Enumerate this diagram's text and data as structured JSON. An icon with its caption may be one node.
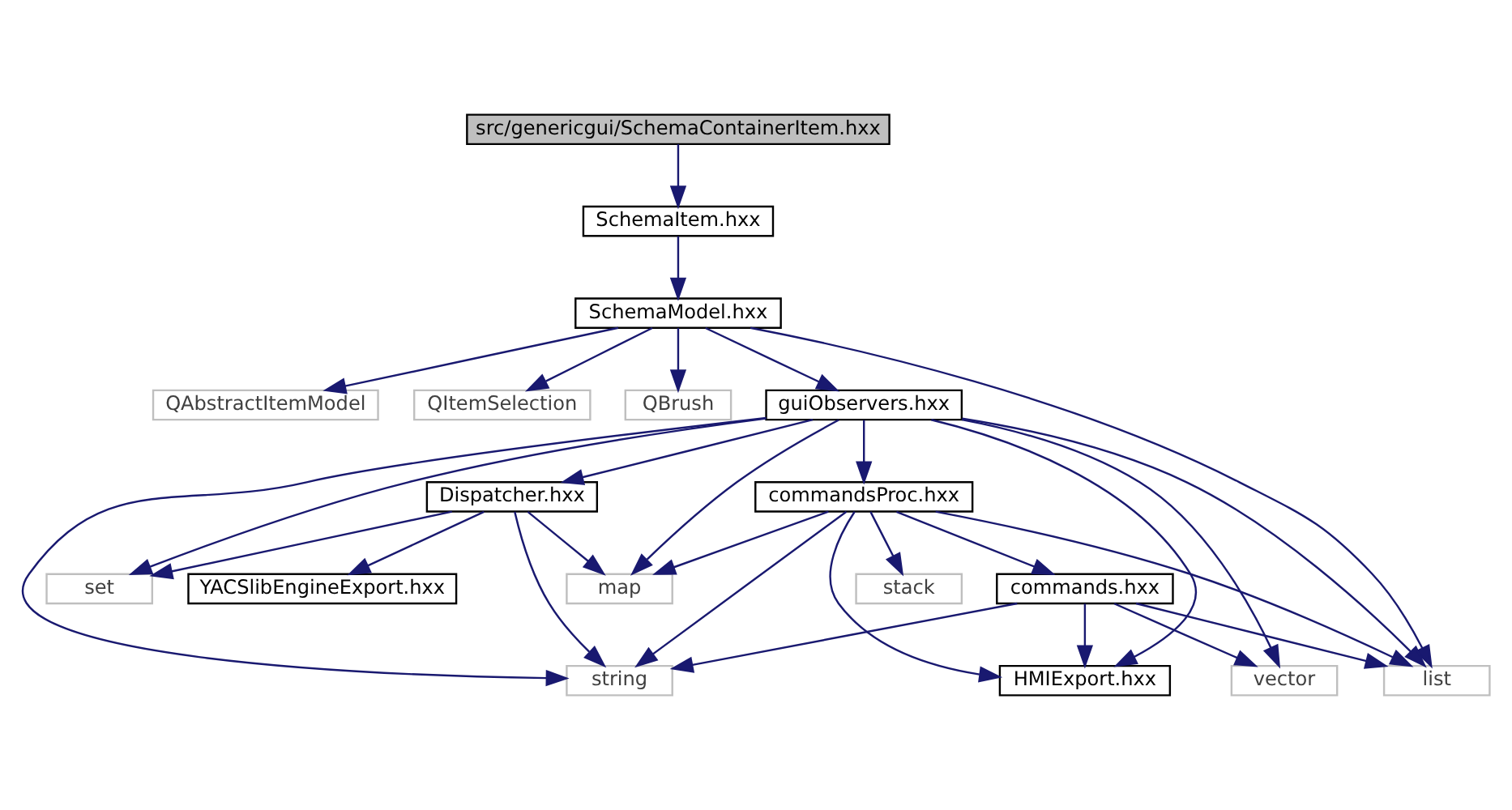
{
  "diagram": {
    "nodes": [
      {
        "text": [
          "src/genericgui/SchemaContainerItem.hxx"
        ]
      },
      {
        "text": [
          "SchemaItem.hxx"
        ]
      },
      {
        "text": [
          "SchemaModel.hxx"
        ]
      },
      {
        "text": [
          "QAbstractItemModel"
        ]
      },
      {
        "text": [
          "QItemSelection"
        ]
      },
      {
        "text": [
          "QBrush"
        ]
      },
      {
        "text": [
          "guiObservers.hxx"
        ]
      },
      {
        "text": [
          "Dispatcher.hxx"
        ]
      },
      {
        "text": [
          "commandsProc.hxx"
        ]
      },
      {
        "text": [
          "set"
        ]
      },
      {
        "text": [
          "YACSlibEngineExport.hxx"
        ]
      },
      {
        "text": [
          "map"
        ]
      },
      {
        "text": [
          "stack"
        ]
      },
      {
        "text": [
          "commands.hxx"
        ]
      },
      {
        "text": [
          "string"
        ]
      },
      {
        "text": [
          "HMIExport.hxx"
        ]
      },
      {
        "text": [
          "vector"
        ]
      },
      {
        "text": [
          "list"
        ]
      }
    ],
    "edges": [
      {
        "from": 0,
        "to": 1,
        "arrow": "to"
      },
      {
        "from": 1,
        "to": 2,
        "arrow": "to"
      },
      {
        "from": 2,
        "to": 3,
        "arrow": "to"
      },
      {
        "from": 2,
        "to": 4,
        "arrow": "to"
      },
      {
        "from": 2,
        "to": 5,
        "arrow": "to"
      },
      {
        "from": 2,
        "to": 6,
        "arrow": "to"
      },
      {
        "from": 2,
        "to": 17,
        "arrow": "to"
      },
      {
        "from": 6,
        "to": 7,
        "arrow": "to"
      },
      {
        "from": 6,
        "to": 8,
        "arrow": "to"
      },
      {
        "from": 6,
        "to": 9,
        "arrow": "to"
      },
      {
        "from": 6,
        "to": 11,
        "arrow": "to"
      },
      {
        "from": 6,
        "to": 14,
        "arrow": "to"
      },
      {
        "from": 6,
        "to": 15,
        "arrow": "to"
      },
      {
        "from": 6,
        "to": 16,
        "arrow": "to"
      },
      {
        "from": 6,
        "to": 17,
        "arrow": "to"
      },
      {
        "from": 7,
        "to": 9,
        "arrow": "to"
      },
      {
        "from": 7,
        "to": 10,
        "arrow": "to"
      },
      {
        "from": 7,
        "to": 11,
        "arrow": "to"
      },
      {
        "from": 7,
        "to": 14,
        "arrow": "to"
      },
      {
        "from": 8,
        "to": 11,
        "arrow": "to"
      },
      {
        "from": 8,
        "to": 14,
        "arrow": "to"
      },
      {
        "from": 8,
        "to": 12,
        "arrow": "to"
      },
      {
        "from": 8,
        "to": 13,
        "arrow": "to"
      },
      {
        "from": 8,
        "to": 15,
        "arrow": "to"
      },
      {
        "from": 8,
        "to": 17,
        "arrow": "to"
      },
      {
        "from": 13,
        "to": 14,
        "arrow": "to"
      },
      {
        "from": 13,
        "to": 15,
        "arrow": "to"
      },
      {
        "from": 13,
        "to": 16,
        "arrow": "to"
      },
      {
        "from": 13,
        "to": 17,
        "arrow": "to"
      }
    ]
  }
}
